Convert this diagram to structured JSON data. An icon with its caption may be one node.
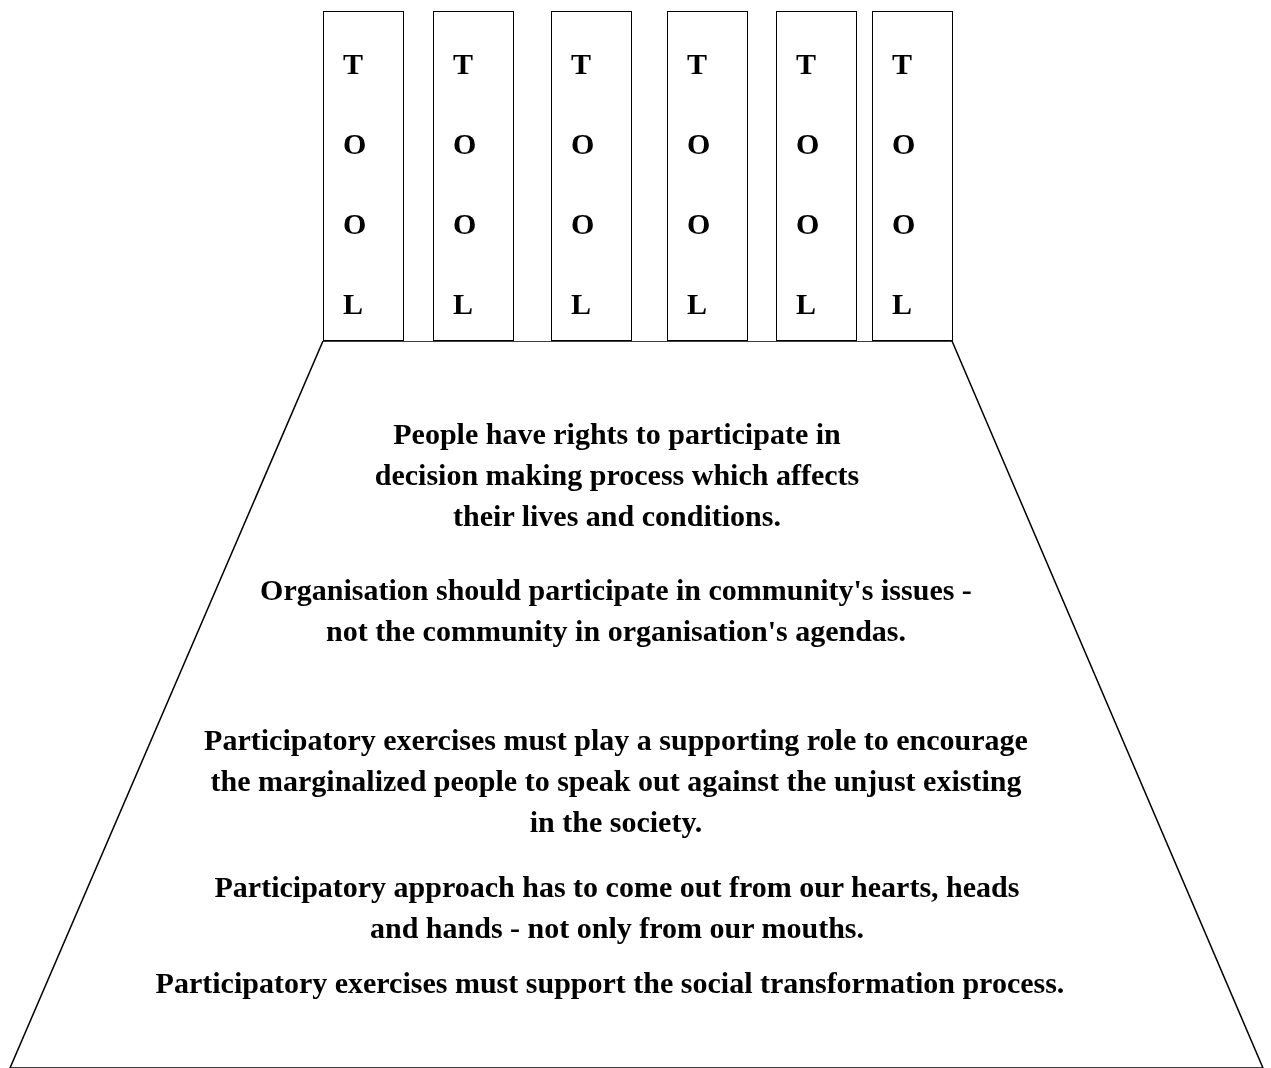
{
  "diagram": {
    "nodes": [
      {
        "text": [
          "T O O L"
        ]
      },
      {
        "text": [
          "T O O L"
        ]
      },
      {
        "text": [
          "T O O L"
        ]
      },
      {
        "text": [
          "T O O L"
        ]
      },
      {
        "text": [
          "T O O L"
        ]
      },
      {
        "text": [
          "T O O L"
        ]
      },
      {
        "text": [
          "People have rights to participate in decision making process which affects their lives and conditions.",
          "Organisation should participate in community's issues - not the community in organisation's agendas.",
          "Participatory exercises must play a supporting role to encourage the marginalized people to speak out against the unjust existing in the society.",
          "Participatory approach has to come out from our hearts, heads and hands - not only from our mouths.",
          "Participatory exercises must support the social transformation process."
        ]
      }
    ]
  }
}
